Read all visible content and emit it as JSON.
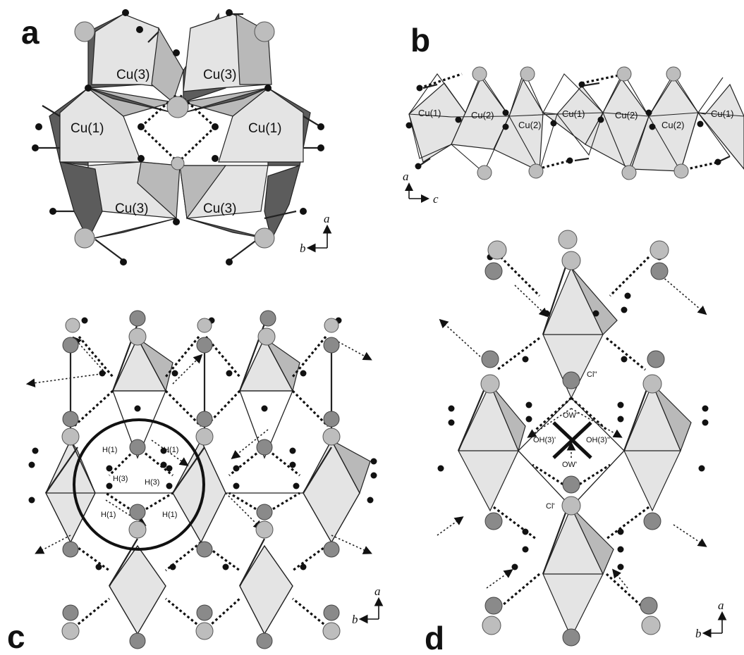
{
  "panels": {
    "a": {
      "label": "a",
      "atom_labels": [
        "Cu(3)",
        "Cu(3)",
        "Cu(1)",
        "Cu(1)",
        "Cu(3)",
        "Cu(3)"
      ],
      "axes": {
        "vertical": "a",
        "horizontal": "b"
      }
    },
    "b": {
      "label": "b",
      "atom_labels": [
        "Cu(1)",
        "Cu(2)",
        "Cu(2)",
        "Cu(1)",
        "Cu(2)",
        "Cu(2)",
        "Cu(1)"
      ],
      "axes": {
        "vertical": "a",
        "horizontal": "c"
      }
    },
    "c": {
      "label": "c",
      "atom_labels": [
        "H(1)",
        "H(1)",
        "H(3)",
        "H(3)",
        "H(1)",
        "H(1)"
      ],
      "axes": {
        "vertical": "a",
        "horizontal": "b"
      }
    },
    "d": {
      "label": "d",
      "atom_labels": [
        "Cl''",
        "OW''",
        "OH(3)'",
        "OH(3)''",
        "OW'",
        "Cl'"
      ],
      "axes": {
        "vertical": "a",
        "horizontal": "b"
      }
    }
  },
  "colors": {
    "ink": "#111111",
    "light_polyhedron": "#e4e4e4",
    "mid_polyhedron": "#b9b9b9",
    "dark_polyhedron": "#5c5c5c",
    "chlorine": "#bdbdbd"
  }
}
